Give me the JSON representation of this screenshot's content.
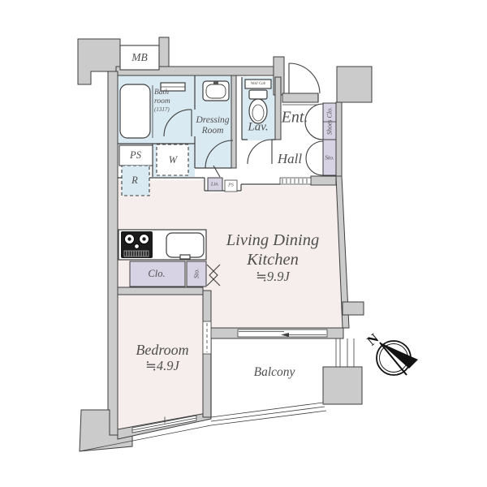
{
  "rooms": {
    "meter_box": {
      "label": "MB"
    },
    "bathroom": {
      "line1": "Bath",
      "line2": "room",
      "size": "(1317)"
    },
    "dressing_room": {
      "line1": "Dressing",
      "line2": "Room"
    },
    "lavatory": {
      "label": "Lav."
    },
    "wall_cabinet": {
      "label": "Wall Cab"
    },
    "entrance": {
      "label": "Ent."
    },
    "hall": {
      "label": "Hall"
    },
    "shoes_closet": {
      "label": "Shoes Clo."
    },
    "entrance_storage": {
      "label": "Sto."
    },
    "pipe_shaft": {
      "label": "PS"
    },
    "washing_machine": {
      "label": "W"
    },
    "refrigerator": {
      "label": "R"
    },
    "linen_closet": {
      "label": "Lin."
    },
    "pipe_shaft_small": {
      "label": "PS"
    },
    "living_dining_kitchen": {
      "line1": "Living Dining",
      "line2": "Kitchen",
      "area": "≒9.9J"
    },
    "closet": {
      "label": "Clo."
    },
    "kitchen_storage": {
      "label": "Sto."
    },
    "bedroom": {
      "label": "Bedroom",
      "area": "≒4.9J"
    },
    "balcony": {
      "label": "Balcony"
    }
  },
  "compass": {
    "north_label": "N"
  },
  "colors": {
    "wall": "#cbcbcb",
    "wet_floor": "#daeaf2",
    "living_floor": "#f5eeec",
    "storage": "#d7d2e4",
    "line": "#3e3e3e",
    "text": "#4f4f4f"
  }
}
